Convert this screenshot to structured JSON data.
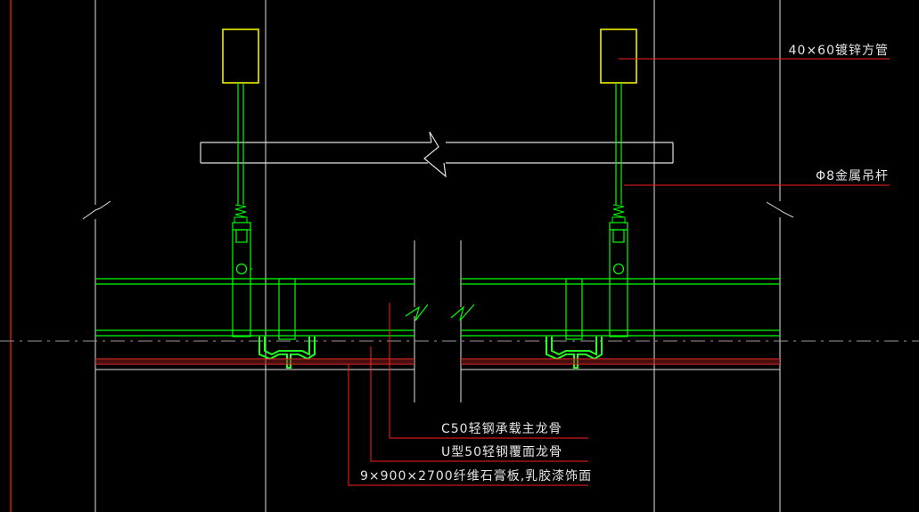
{
  "labels": {
    "square_tube": "40×60镀锌方管",
    "hanger_rod": "Φ8金属吊杆",
    "main_keel": "C50轻钢承载主龙骨",
    "cover_keel": "U型50轻钢覆面龙骨",
    "board": "9×900×2700纤维石膏板,乳胶漆饰面"
  },
  "colors": {
    "background": "#000000",
    "structure": "#ffffff",
    "component": "#00ff00",
    "leader": "#ff0000",
    "tube": "#ffff00",
    "centerline": "#9a9a9a"
  }
}
